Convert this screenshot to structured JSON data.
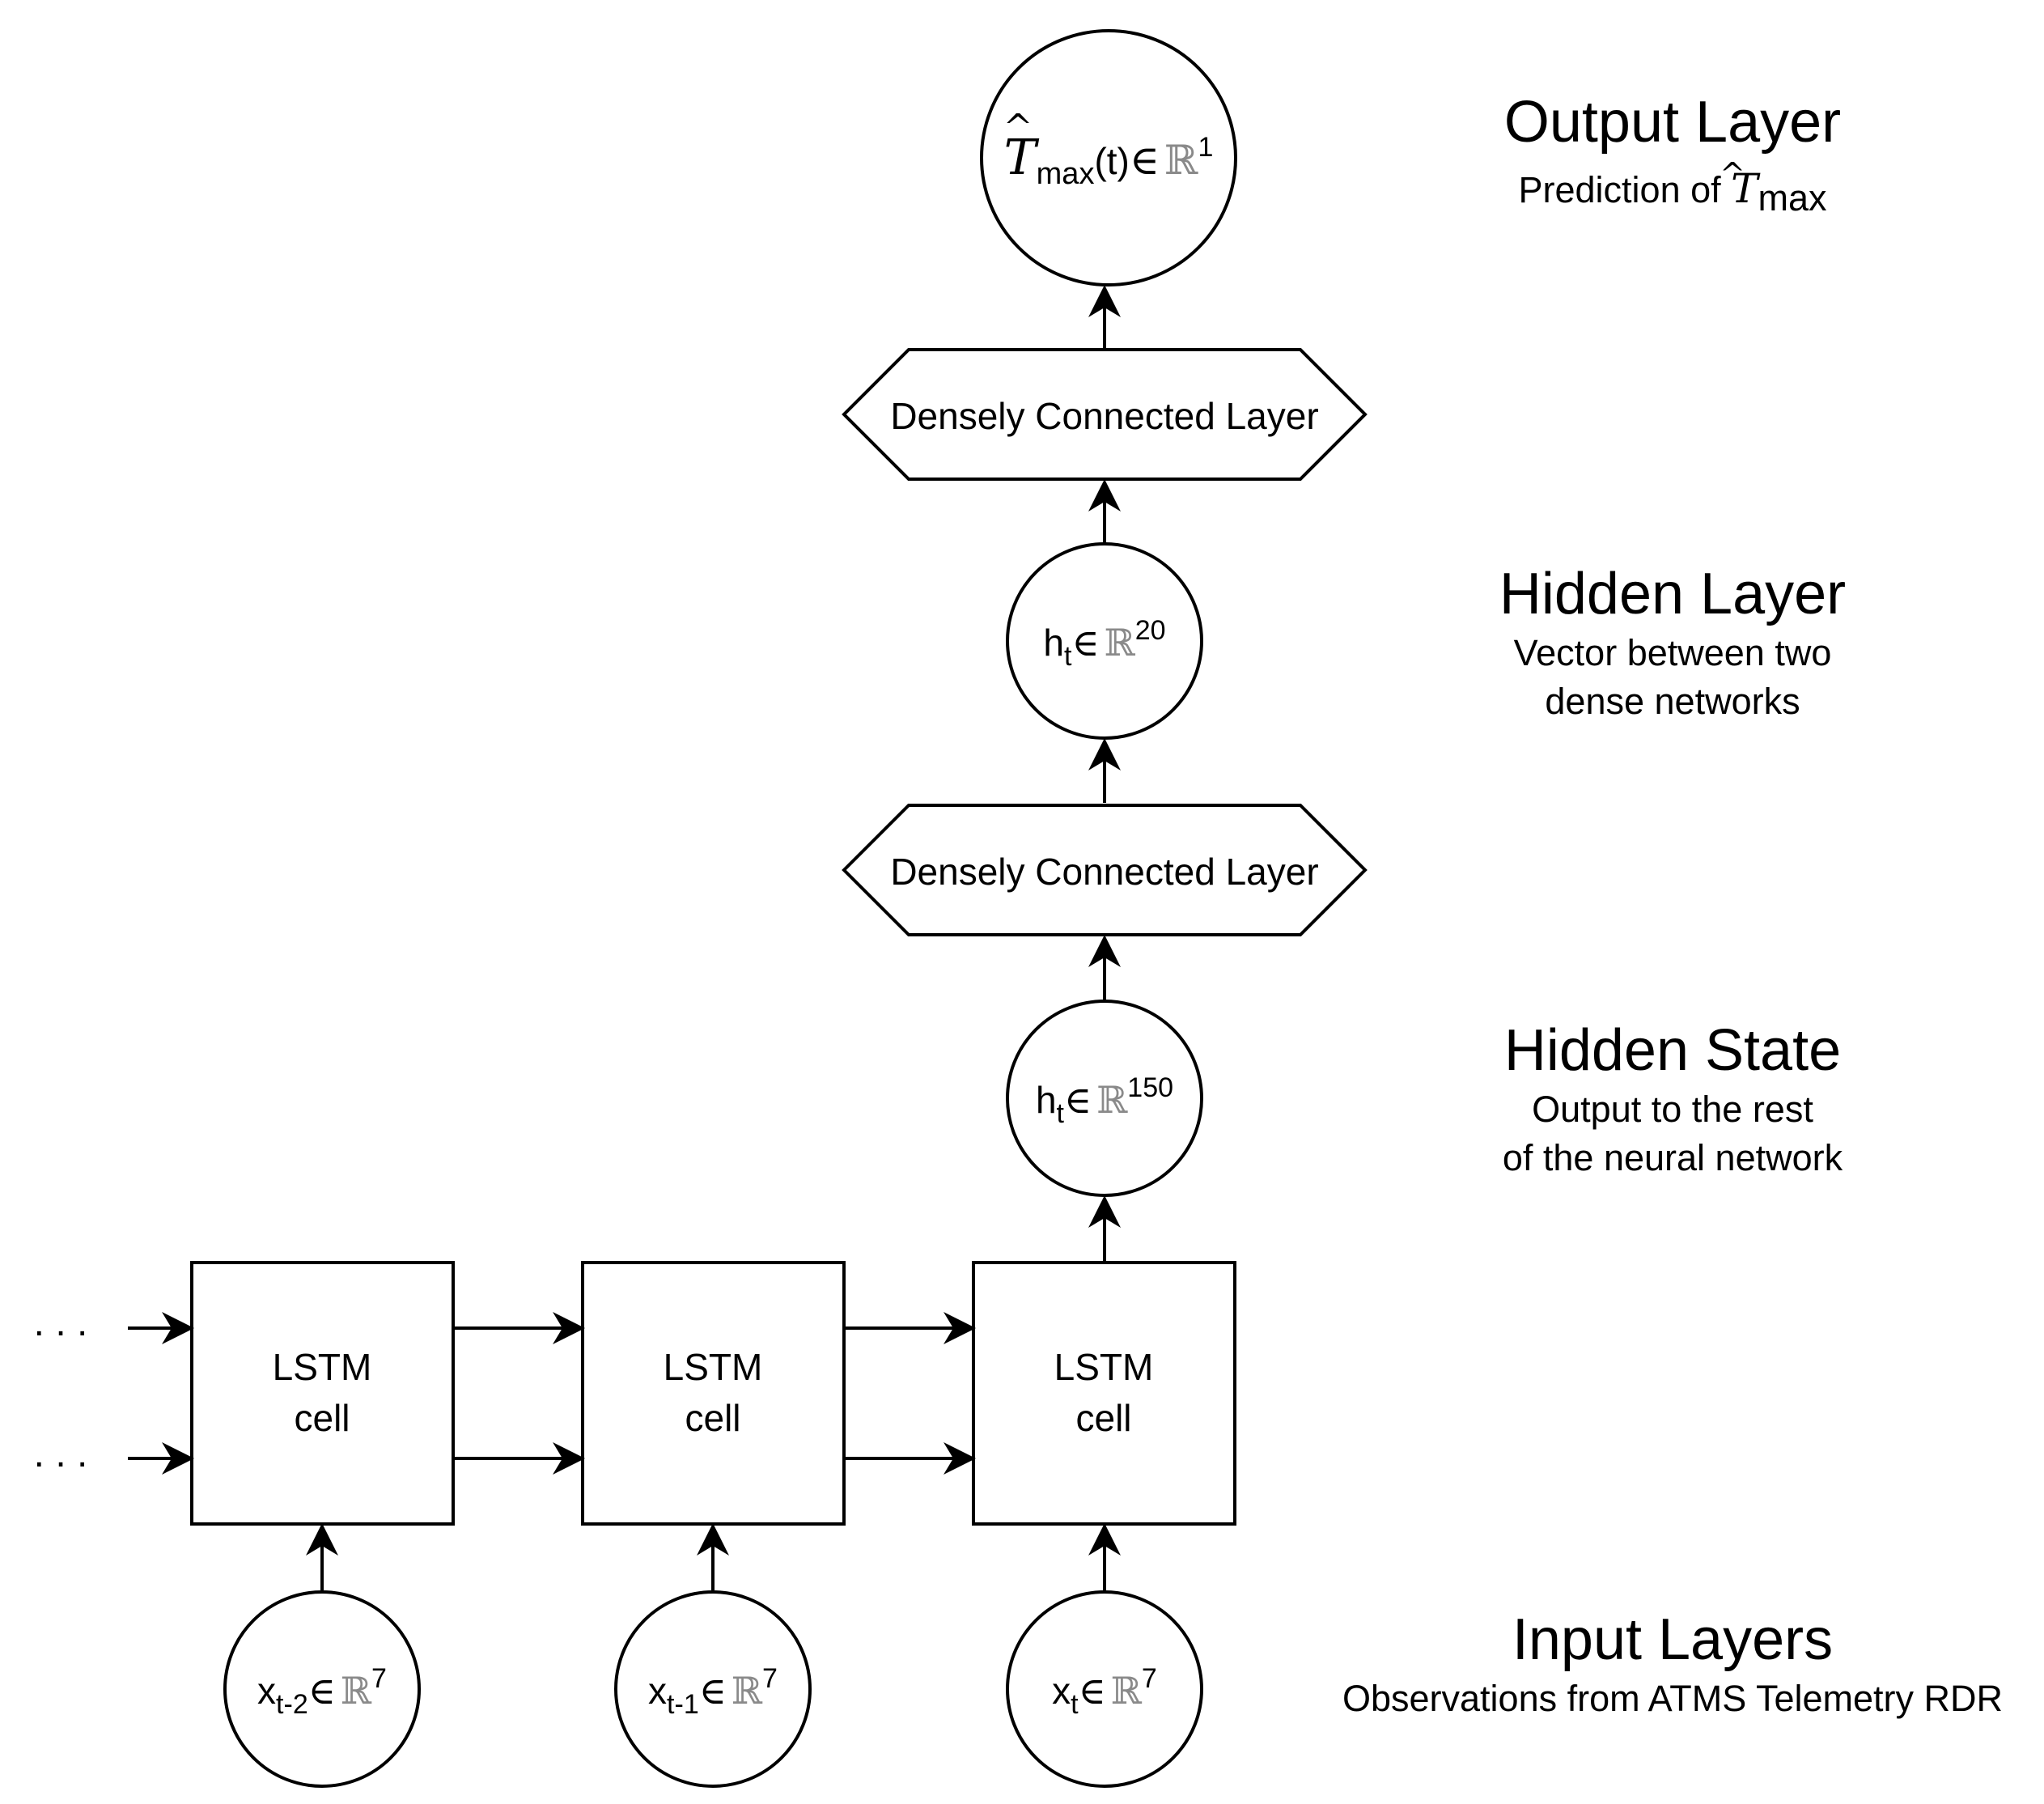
{
  "output_node": {
    "symbol": "T",
    "hat": "^",
    "subscript": "max",
    "arg": "(t)",
    "member": "∈",
    "set": "ℝ",
    "power": "1"
  },
  "dense_layers": [
    {
      "label": "Densely Connected Layer"
    },
    {
      "label": "Densely Connected Layer"
    }
  ],
  "hidden_layer_node": {
    "var": "h",
    "sub": "t",
    "member": "∈",
    "set": "ℝ",
    "power": "20"
  },
  "hidden_state_node": {
    "var": "h",
    "sub": "t",
    "member": "∈",
    "set": "ℝ",
    "power": "150"
  },
  "lstm_cells": [
    {
      "line1": "LSTM",
      "line2": "cell"
    },
    {
      "line1": "LSTM",
      "line2": "cell"
    },
    {
      "line1": "LSTM",
      "line2": "cell"
    }
  ],
  "input_nodes": [
    {
      "var": "x",
      "sub": "t-2",
      "member": "∈",
      "set": "ℝ",
      "power": "7"
    },
    {
      "var": "x",
      "sub": "t-1",
      "member": "∈",
      "set": "ℝ",
      "power": "7"
    },
    {
      "var": "x",
      "sub": "t",
      "member": "∈",
      "set": "ℝ",
      "power": "7"
    }
  ],
  "ellipsis": ". . .",
  "layer_labels": {
    "output": {
      "title": "Output Layer",
      "subtitle_prefix": "Prediction of ",
      "subtitle_symbol": "T",
      "subtitle_hat": "^",
      "subtitle_sub": "max"
    },
    "hidden_layer": {
      "title": "Hidden Layer",
      "line1": "Vector between two",
      "line2": "dense networks"
    },
    "hidden_state": {
      "title": "Hidden State",
      "line1": "Output to the rest",
      "line2": "of the neural network"
    },
    "input": {
      "title": "Input Layers",
      "line1": "Observations from ATMS Telemetry RDR"
    }
  }
}
